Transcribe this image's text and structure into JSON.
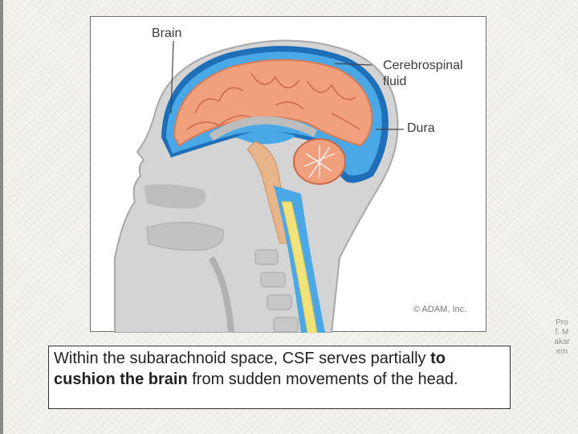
{
  "figure": {
    "labels": {
      "brain": "Brain",
      "csf_line1": "Cerebrospinal",
      "csf_line2": "fluid",
      "dura": "Dura"
    },
    "copyright": "© ADAM, Inc."
  },
  "caption": {
    "part1": "Within the subarachnoid space, CSF serves partially ",
    "emphasis": "to cushion the brain",
    "part2": " from sudden movements of the head."
  },
  "side_note": "Prof. Makarem",
  "colors": {
    "csf_blue": "#2f8fd6",
    "brain_orange": "#f0a07c",
    "spinal_yellow": "#f2e27a",
    "skin_gray": "#cfcfcf"
  }
}
